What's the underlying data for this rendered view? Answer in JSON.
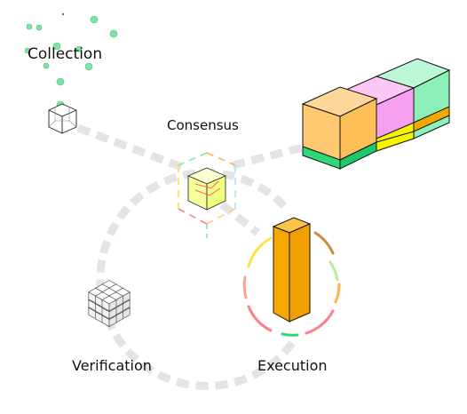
{
  "labels": {
    "collection": "Collection",
    "consensus": "Consensus",
    "execution": "Execution",
    "verification": "Verification"
  },
  "colors": {
    "path": "#e4e4e4",
    "dots": "#7fe3a4",
    "orange": "#f6a800",
    "orange_light": "#ffc972",
    "pink": "#f7a0f1",
    "mint": "#8cf0b8",
    "yellow": "#f7f200",
    "green": "#2ed879",
    "outline": "#111111"
  },
  "icons": {
    "collection": "dot-cluster-icon",
    "consensus": "translucent-cube-icon",
    "execution": "tall-orange-prism-icon",
    "verification": "cube-grid-icon",
    "blocks": "colored-block-stack-icon"
  }
}
